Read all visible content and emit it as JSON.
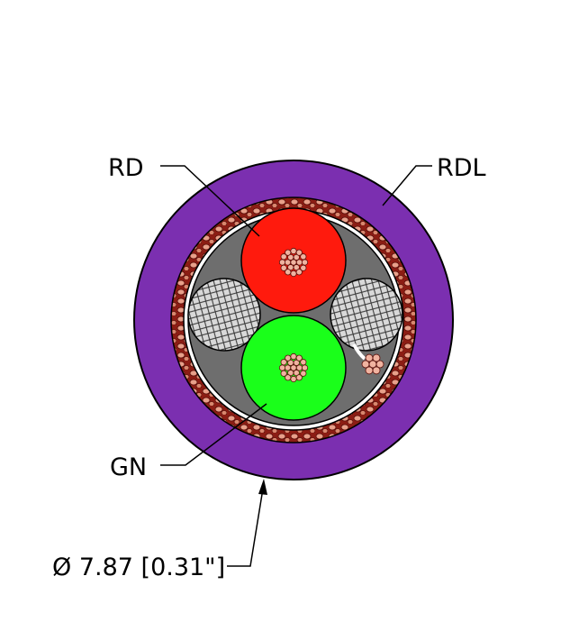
{
  "labels": {
    "rd": "RD",
    "rdl": "RDL",
    "gn": "GN",
    "diameter": "Ø 7.87 [0.31\"]"
  },
  "colors": {
    "jacket": "#7b2fb0",
    "conductor_red": "#ff1a0d",
    "conductor_green": "#1aff1a",
    "filler_gray": "#6e6e6e",
    "braid_dark": "#8c1d14",
    "braid_light": "#e8a08a",
    "strand": "#f0b3a0",
    "dummy_filler": "#d9d9d9"
  },
  "icons": {
    "rd_conductor": "red-conductor-icon",
    "gn_conductor": "green-conductor-icon",
    "drain_wire": "drain-wire-icon",
    "jacket": "jacket-ring-icon"
  }
}
